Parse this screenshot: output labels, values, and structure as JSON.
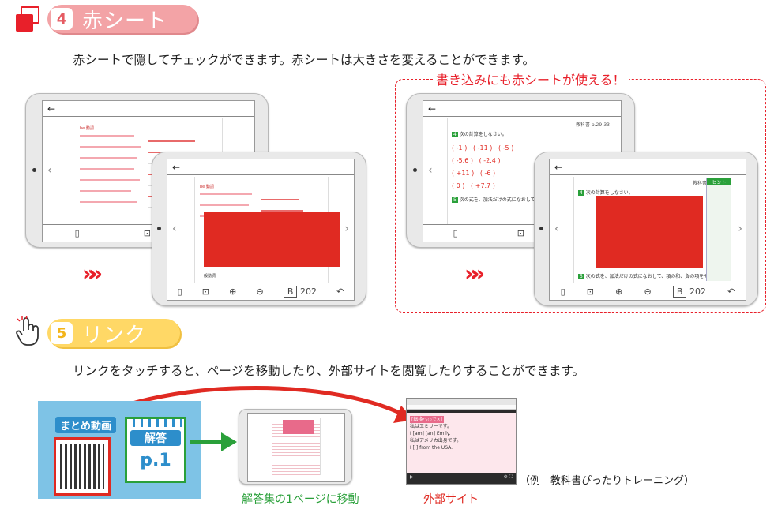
{
  "section4": {
    "number": "4",
    "title": "赤シート",
    "description": "赤シートで隠してチェックができます。赤シートは大きさを変えることができます。",
    "callout": "書き込みにも赤シートが使える！"
  },
  "tablet_ui": {
    "back_glyph": "←",
    "page_box": "B",
    "page_number": "202",
    "heading_a": "be 動詞",
    "heading_b": "一般動詞",
    "textbook_ref": "教科書 p.29-33",
    "hint_label": "ヒント",
    "problem_num_a": "4",
    "problem_text_a": "次の計算をしなさい。",
    "problem_num_b": "5",
    "problem_text_b": "次の式を、加法だけの式になおして、項の和、負の項をそれぞれ答",
    "answers": [
      "-1",
      "-11",
      "-5",
      "-5.6",
      "-2.4",
      "+11",
      "-6",
      "0",
      "+7.7"
    ]
  },
  "section5": {
    "number": "5",
    "title": "リンク",
    "description": "リンクをタッチすると、ページを移動したり、外部サイトを閲覧したりすることができます。",
    "qr_label": "まとめ動画",
    "answer_label": "解答",
    "answer_page": "p.1",
    "caption_answer": "解答集の1ページに移動",
    "caption_external": "外部サイト",
    "example": "（例　教科書ぴったりトレーニング）",
    "site_heading": "[転換へ○で×]",
    "site_lines": [
      "私はエミリーです。",
      "I [am] [an] Emily.",
      "私はアメリカ出身です。",
      "I [   ] from the USA."
    ]
  },
  "colors": {
    "accent_red": "#e8202a",
    "pill_pink": "#f3a3a6",
    "pill_yellow": "#ffd866",
    "link_green": "#2aa03a"
  }
}
